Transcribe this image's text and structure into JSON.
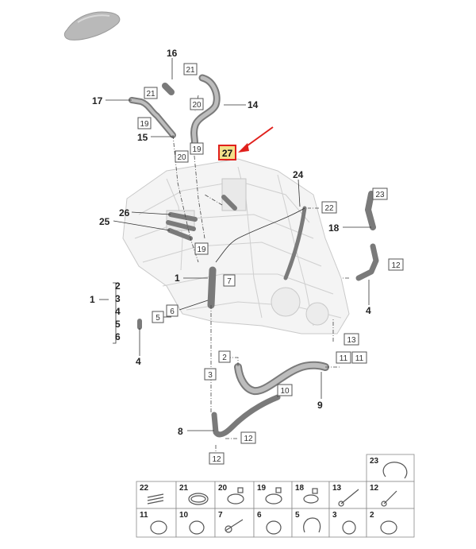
{
  "plain_labels": [
    {
      "id": "16",
      "text": "16"
    },
    {
      "id": "17",
      "text": "17"
    },
    {
      "id": "15",
      "text": "15"
    },
    {
      "id": "14",
      "text": "14"
    },
    {
      "id": "24",
      "text": "24"
    },
    {
      "id": "26",
      "text": "26"
    },
    {
      "id": "25",
      "text": "25"
    },
    {
      "id": "18",
      "text": "18"
    },
    {
      "id": "1-center",
      "text": "1"
    },
    {
      "id": "1-left",
      "text": "1"
    },
    {
      "id": "2-list",
      "text": "2"
    },
    {
      "id": "3-list",
      "text": "3"
    },
    {
      "id": "4-list",
      "text": "4"
    },
    {
      "id": "5-list",
      "text": "5"
    },
    {
      "id": "6-list",
      "text": "6"
    },
    {
      "id": "4-left",
      "text": "4"
    },
    {
      "id": "4-right",
      "text": "4"
    },
    {
      "id": "9",
      "text": "9"
    },
    {
      "id": "8",
      "text": "8"
    }
  ],
  "boxed_labels": [
    {
      "id": "21a",
      "text": "21"
    },
    {
      "id": "21b",
      "text": "21"
    },
    {
      "id": "20a",
      "text": "20"
    },
    {
      "id": "19a",
      "text": "19"
    },
    {
      "id": "19b",
      "text": "19"
    },
    {
      "id": "20b",
      "text": "20"
    },
    {
      "id": "22",
      "text": "22"
    },
    {
      "id": "23",
      "text": "23"
    },
    {
      "id": "12a",
      "text": "12"
    },
    {
      "id": "19c",
      "text": "19"
    },
    {
      "id": "7",
      "text": "7"
    },
    {
      "id": "6",
      "text": "6"
    },
    {
      "id": "5",
      "text": "5"
    },
    {
      "id": "2",
      "text": "2"
    },
    {
      "id": "13",
      "text": "13"
    },
    {
      "id": "11a",
      "text": "11"
    },
    {
      "id": "11b",
      "text": "11"
    },
    {
      "id": "10",
      "text": "10"
    },
    {
      "id": "3",
      "text": "3"
    },
    {
      "id": "12b",
      "text": "12"
    },
    {
      "id": "12c",
      "text": "12"
    }
  ],
  "highlight_label": {
    "text": "27"
  },
  "parts_grid": [
    {
      "num": "23"
    },
    {
      "num": "22"
    },
    {
      "num": "21"
    },
    {
      "num": "20"
    },
    {
      "num": "19"
    },
    {
      "num": "18"
    },
    {
      "num": "13"
    },
    {
      "num": "12"
    },
    {
      "num": "11"
    },
    {
      "num": "10"
    },
    {
      "num": "7"
    },
    {
      "num": "6"
    },
    {
      "num": "5"
    },
    {
      "num": "3"
    },
    {
      "num": "2"
    }
  ],
  "icons": {
    "vehicle": "car-silhouette-icon",
    "arrow": "red-pointer-arrow-icon"
  },
  "colors": {
    "highlight_fill": "#f3e08a",
    "highlight_border": "#e0201c",
    "arrow": "#e0201c"
  }
}
